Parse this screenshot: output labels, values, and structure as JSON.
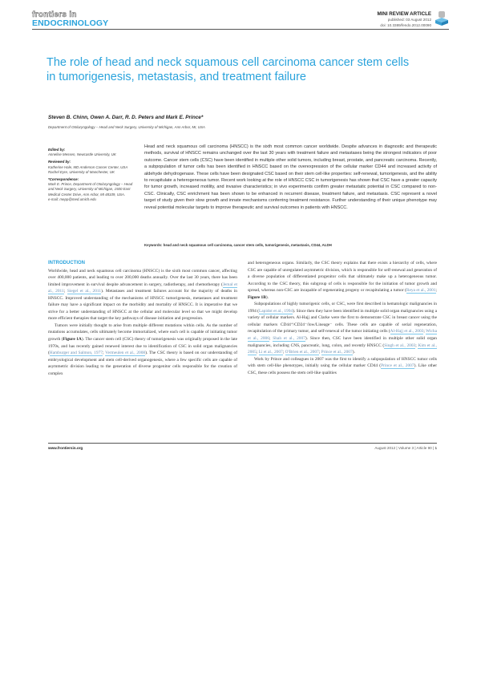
{
  "journal": {
    "line1": "frontiers in",
    "line2": "ENDOCRINOLOGY"
  },
  "meta": {
    "article_type": "MINI REVIEW ARTICLE",
    "published": "published: 03 August 2012",
    "doi": "doi: 10.3389/fendo.2012.00090",
    "crossmark_icon": "crossmark-icon",
    "accent": "#2aa3dc"
  },
  "title": "The role of head and neck squamous cell carcinoma cancer stem cells in tumorigenesis, metastasis, and treatment failure",
  "authors": "Steven B. Chinn, Owen A. Darr, R. D. Peters and Mark E. Prince*",
  "affiliation": "Department of Otolaryngology – Head and Neck Surgery, University of Michigan, Ann Arbor, MI, USA",
  "sidebar": [
    {
      "heading": "Edited by:",
      "lines": [
        "Annelise Messen, Newcastle University, UK"
      ]
    },
    {
      "heading": "Reviewed by:",
      "lines": [
        "Katherine Hale, MD Anderson Cancer Center, USA",
        "Rachel Eyre, University of Manchester, UK"
      ]
    },
    {
      "heading": "*Correspondence:",
      "lines": [
        "Mark E. Prince, Department of Otolaryngology – Head and Neck Surgery, University of Michigan, 1500 East Medical Center Drive, Ann Arbor, MI 48109, USA.",
        "e-mail: mepp@med.umich.edu"
      ]
    }
  ],
  "abstract": "Head and neck squamous cell carcinoma (HNSCC) is the sixth most common cancer worldwide. Despite advances in diagnostic and therapeutic methods, survival of HNSCC remains unchanged over the last 30 years with treatment failure and metastases being the strongest indicators of poor outcome. Cancer stem cells (CSC) have been identified in multiple other solid tumors, including breast, prostate, and pancreatic carcinoma. Recently, a subpopulation of tumor cells has been identified in HNSCC based on the overexpression of the cellular marker CD44 and increased activity of aldehyde dehydrogenase. These cells have been designated CSC based on their stem cell-like properties: self-renewal, tumorigenesis, and the ability to recapitulate a heterogeneous tumor. Recent work looking at the role of HNSCC CSC in tumorigenesis has shown that CSC have a greater capacity for tumor growth, increased motility, and invasive characteristics; in vivo experiments confirm greater metastatic potential in CSC compared to non-CSC. Clinically, CSC enrichment has been shown to be enhanced in recurrent disease, treatment failure, and metastasis. CSC represent a novel target of study given their slow growth and innate mechanisms conferring treatment resistance. Further understanding of their unique phenotype may reveal potential molecular targets to improve therapeutic and survival outcomes in patients with HNSCC.",
  "keywords": "Keywords: head and neck squamous cell carcinoma, cancer stem cells, tumorigenesis, metastasis, CD44, ALDH",
  "section_heading": "INTRODUCTION",
  "columns": [
    [
      [
        [
          "t",
          "Worldwide, head and neck squamous cell carcinoma (HNSCC) is the sixth most common cancer, affecting over 400,000 patients, and leading to over 200,000 deaths annually. Over the last 30 years, there has been limited improvement in survival despite advancement in surgery, radiotherapy, and chemotherapy ("
        ],
        [
          "l",
          "Jemal et al., 2011"
        ],
        [
          "t",
          "; "
        ],
        [
          "l",
          "Siegel et al., 2011"
        ],
        [
          "t",
          "). Metastases and treatment failures account for the majority of deaths in HNSCC. Improved understanding of the mechanisms of HNSCC tumorigenesis, metastases and treatment failure may have a significant impact on the morbidity and mortality of HNSCC. It is imperative that we strive for a better understanding of HNSCC at the cellular and molecular level so that we might develop more efficient therapies that target the key pathways of disease initiation and progression."
        ]
      ],
      [
        [
          "t",
          "Tumors were initially thought to arise from multiple different mutations within cells. As the number of mutations accumulates, cells ultimately become immortalized, where each cell is capable of initiating tumor growth ("
        ],
        [
          "b",
          "Figure 1A"
        ],
        [
          "t",
          "). The cancer stem cell (CSC) theory of tumorigenesis was originally proposed in the late 1970s, and has recently gained renewed interest due to identification of CSC in solid organ malignancies ("
        ],
        [
          "l",
          "Hamburger and Salmon, 1977"
        ],
        [
          "t",
          "; "
        ],
        [
          "l",
          "Vermeulen et al., 2008"
        ],
        [
          "t",
          "). The CSC theory is based on our understanding of embryological development and stem cell-derived organogenesis, where a few specific cells are capable of asymmetric division leading to the generation of diverse progenitor cells responsible for the creation of complex"
        ]
      ]
    ],
    [
      [
        [
          "t",
          "and heterogeneous organs. Similarly, the CSC theory explains that there exists a hierarchy of cells, where CSC are capable of unregulated asymmetric division, which is responsible for self-renewal and generation of a diverse population of differentiated progenitor cells that ultimately make up a heterogeneous tumor. According to the CSC theory, this subgroup of cells is responsible for the initiation of tumor growth and spread, whereas non-CSC are incapable of regenerating progeny or recapitulating a tumor ("
        ],
        [
          "l",
          "Reya et al., 2001"
        ],
        [
          "t",
          "; "
        ],
        [
          "b",
          "Figure 1B"
        ],
        [
          "t",
          ")."
        ]
      ],
      [
        [
          "t",
          "Subpopulations of highly tumorigenic cells, or CSC, were first described in hematologic malignancies in 1994 ("
        ],
        [
          "l",
          "Lapidot et al., 1994"
        ],
        [
          "t",
          "). Since then they have been identified in multiple solid organ malignancies using a variety of cellular markers. Al-Hajj and Clarke were the first to demonstrate CSC in breast cancer using the cellular markers CD44⁺/CD24⁻/low/Lineage⁻ cells. These cells are capable of serial regeneration, recapitulation of the primary tumor, and self-renewal of the tumor initiating cells ("
        ],
        [
          "l",
          "Al-Hajj et al., 2003"
        ],
        [
          "t",
          "; "
        ],
        [
          "l",
          "Wicha et al., 2006"
        ],
        [
          "t",
          "; "
        ],
        [
          "l",
          "Shah et al., 2007"
        ],
        [
          "t",
          "). Since then, CSC have been identified in multiple other solid organ malignancies, including CNS, pancreatic, lung, colon, and recently HNSCC ("
        ],
        [
          "l",
          "Singh et al., 2003"
        ],
        [
          "t",
          "; "
        ],
        [
          "l",
          "Kim et al., 2005"
        ],
        [
          "t",
          "; "
        ],
        [
          "l",
          "Li et al., 2007"
        ],
        [
          "t",
          "; "
        ],
        [
          "l",
          "O'Brien et al., 2007"
        ],
        [
          "t",
          "; "
        ],
        [
          "l",
          "Prince et al., 2007"
        ],
        [
          "t",
          ")."
        ]
      ],
      [
        [
          "t",
          "Work by Prince and colleagues in 2007 was the first to identify a subpopulation of HNSCC tumor cells with stem cell-like phenotypes, initially using the cellular marker CD44 ("
        ],
        [
          "l",
          "Prince et al., 2007"
        ],
        [
          "t",
          "). Like other CSC, these cells possess the stem cell-like qualities"
        ]
      ]
    ]
  ],
  "footer": {
    "website": "www.frontiersin.org",
    "issue": "August 2012 | Volume 3 | Article 90 | ",
    "page": "1"
  }
}
